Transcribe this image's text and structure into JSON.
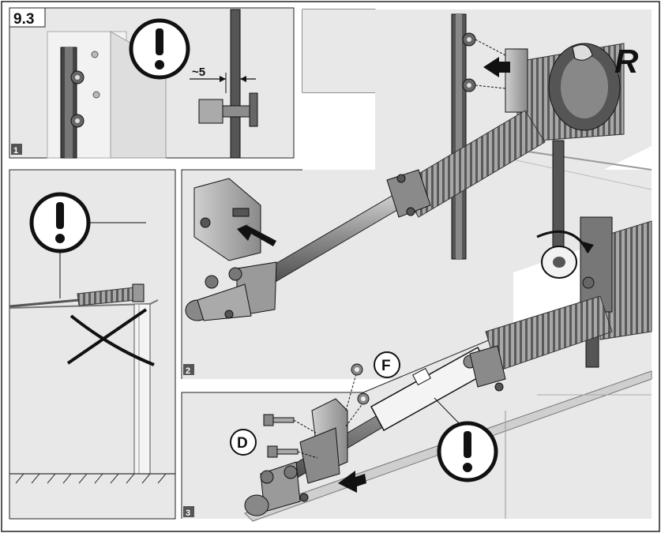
{
  "figure": {
    "section_number": "9.3",
    "panels": [
      {
        "step": "1",
        "dimension_label": "~5"
      },
      {
        "step": "2"
      },
      {
        "step": "3",
        "callout_d": "D",
        "callout_f": "F"
      }
    ],
    "inset_label_r": "R",
    "warning_symbol": "!",
    "spring_side_mark": "R"
  },
  "colors": {
    "panel_bg": "#e8e8e8",
    "line": "#1a1a1a",
    "metal": "#9a9a9a",
    "dark_metal": "#555555",
    "white": "#ffffff",
    "floor_hatch": "#333333"
  },
  "icons": [
    "warning-icon",
    "cross-out-icon",
    "arrow-icon",
    "rotation-arrow-icon"
  ]
}
